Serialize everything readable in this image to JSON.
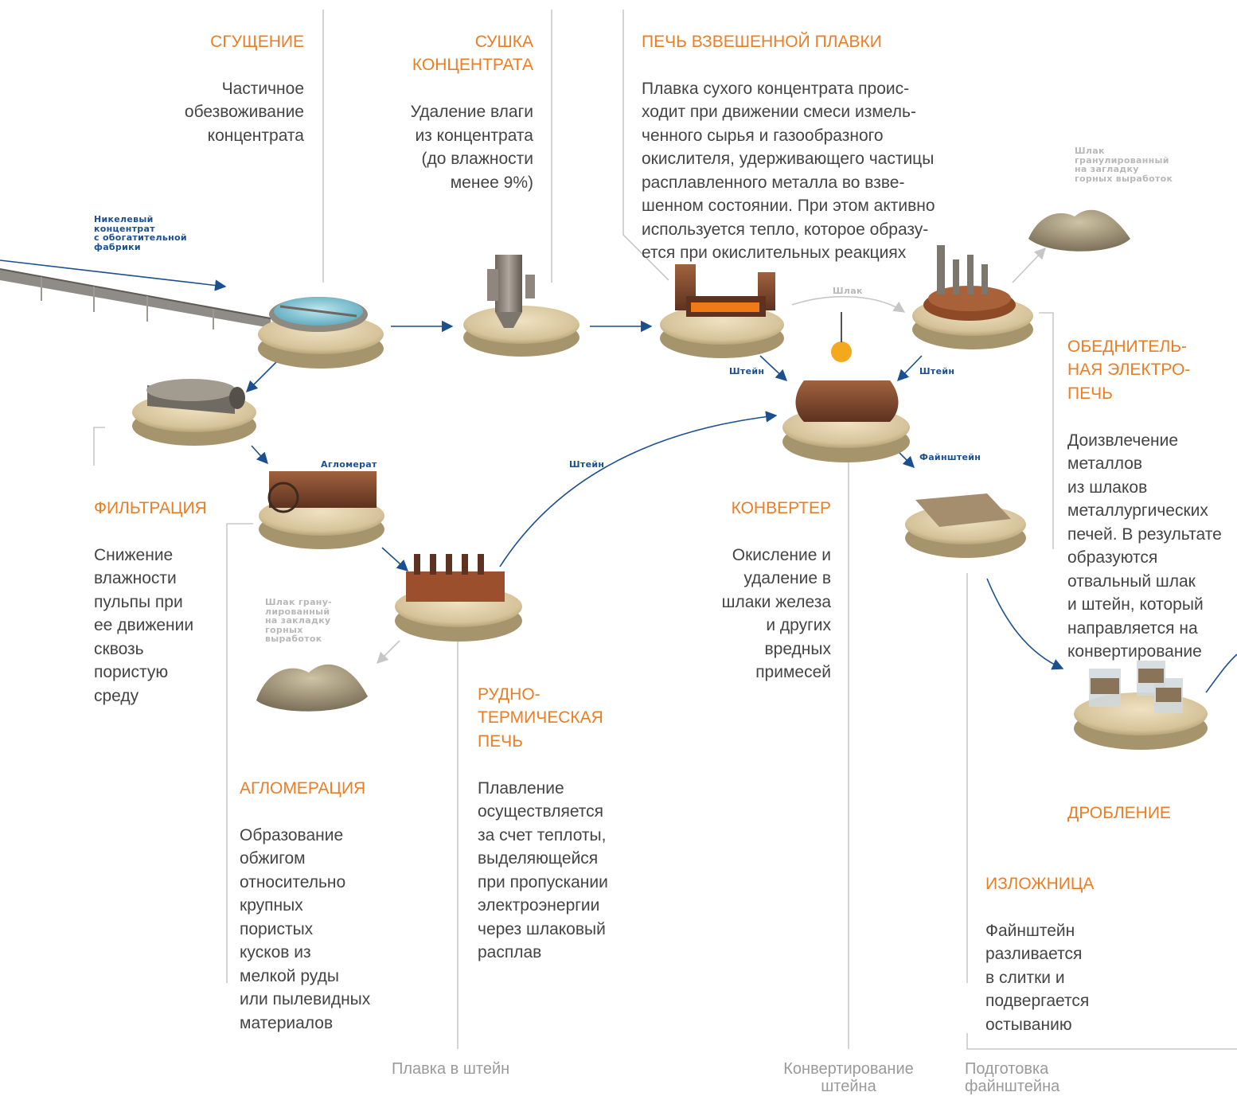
{
  "stages": {
    "thickening": {
      "title": "СГУЩЕНИЕ",
      "text": "Частичное\nобезвоживание\nконцентрата"
    },
    "drying": {
      "title": "СУШКА\nКОНЦЕНТРАТА",
      "text": "Удаление влаги\nиз концентрата\n(до влажности\nменее 9%)"
    },
    "flash_furnace": {
      "title": "ПЕЧЬ ВЗВЕШЕННОЙ ПЛАВКИ",
      "text": "Плавка сухого концентрата проис-\nходит при движении смеси измель-\nченного сырья и газообразного\nокислителя, удерживающего частицы\nрасплавленного металла во взве-\nшенном состоянии. При этом активно\nиспользуется тепло, которое образу-\nется при окислительных реакциях"
    },
    "electric_furnace": {
      "title": "ОБЕДНИТЕЛЬ-\nНАЯ ЭЛЕКТРО-\nПЕЧЬ",
      "text": "Доизвлечение\nметаллов\nиз шлаков\nметаллургических\nпечей. В результате\nобразуются\nотвальный шлак\nи штейн, который\nнаправляется на\nконвертирование"
    },
    "filtration": {
      "title": "ФИЛЬТРАЦИЯ",
      "text": "Снижение\nвлажности\nпульпы при\nее движении\nсквозь\nпористую\nсреду"
    },
    "converter": {
      "title": "КОНВЕРТЕР",
      "text": "Окисление и\nудаление в\nшлаки железа\nи других\nвредных\nпримесей"
    },
    "ore_thermal": {
      "title": "РУДНО-\nТЕРМИЧЕСКАЯ\nПЕЧЬ",
      "text": "Плавление\nосуществляется\nза счет теплоты,\nвыделяющейся\nпри пропускании\nэлектроэнергии\nчерез шлаковый\nрасплав"
    },
    "agglomeration": {
      "title": "АГЛОМЕРАЦИЯ",
      "text": "Образование\nобжигом\nотносительно\nкрупных\nпористых\nкусков из\nмелкой руды\nили пылевидных\nматериалов"
    },
    "crushing": {
      "title": "ДРОБЛЕНИЕ"
    },
    "mold": {
      "title": "ИЗЛОЖНИЦА",
      "text": "Файнштейн\nразливается\nв слитки и\nподвергается\nостыванию"
    }
  },
  "flow_labels": {
    "nickel_concentrate": "Никелевый\nконцентрат\nс обогатительной\nфабрики",
    "slag_top": "Шлак\nгранулированный\nна загладку\nгорных выработок",
    "slag": "Шлак",
    "matte_left": "Штейн",
    "matte_right": "Штейн",
    "matte_curve": "Штейн",
    "finestein": "Файнштейн",
    "agglomerate": "Агломерат",
    "slag_bottom": "Шлак грану-\nлированный\nна закладку\nгорных\nвыработок"
  },
  "footer": {
    "matte_smelting": "Плавка в штейн",
    "matte_converting": "Конвертирование\nштейна",
    "finestein_prep": "Подготовка\nфайнштейна"
  },
  "colors": {
    "heading": "#ec7d23",
    "arrow": "#1b4f8e",
    "muted": "#b8b8b8",
    "body": "#444444"
  }
}
